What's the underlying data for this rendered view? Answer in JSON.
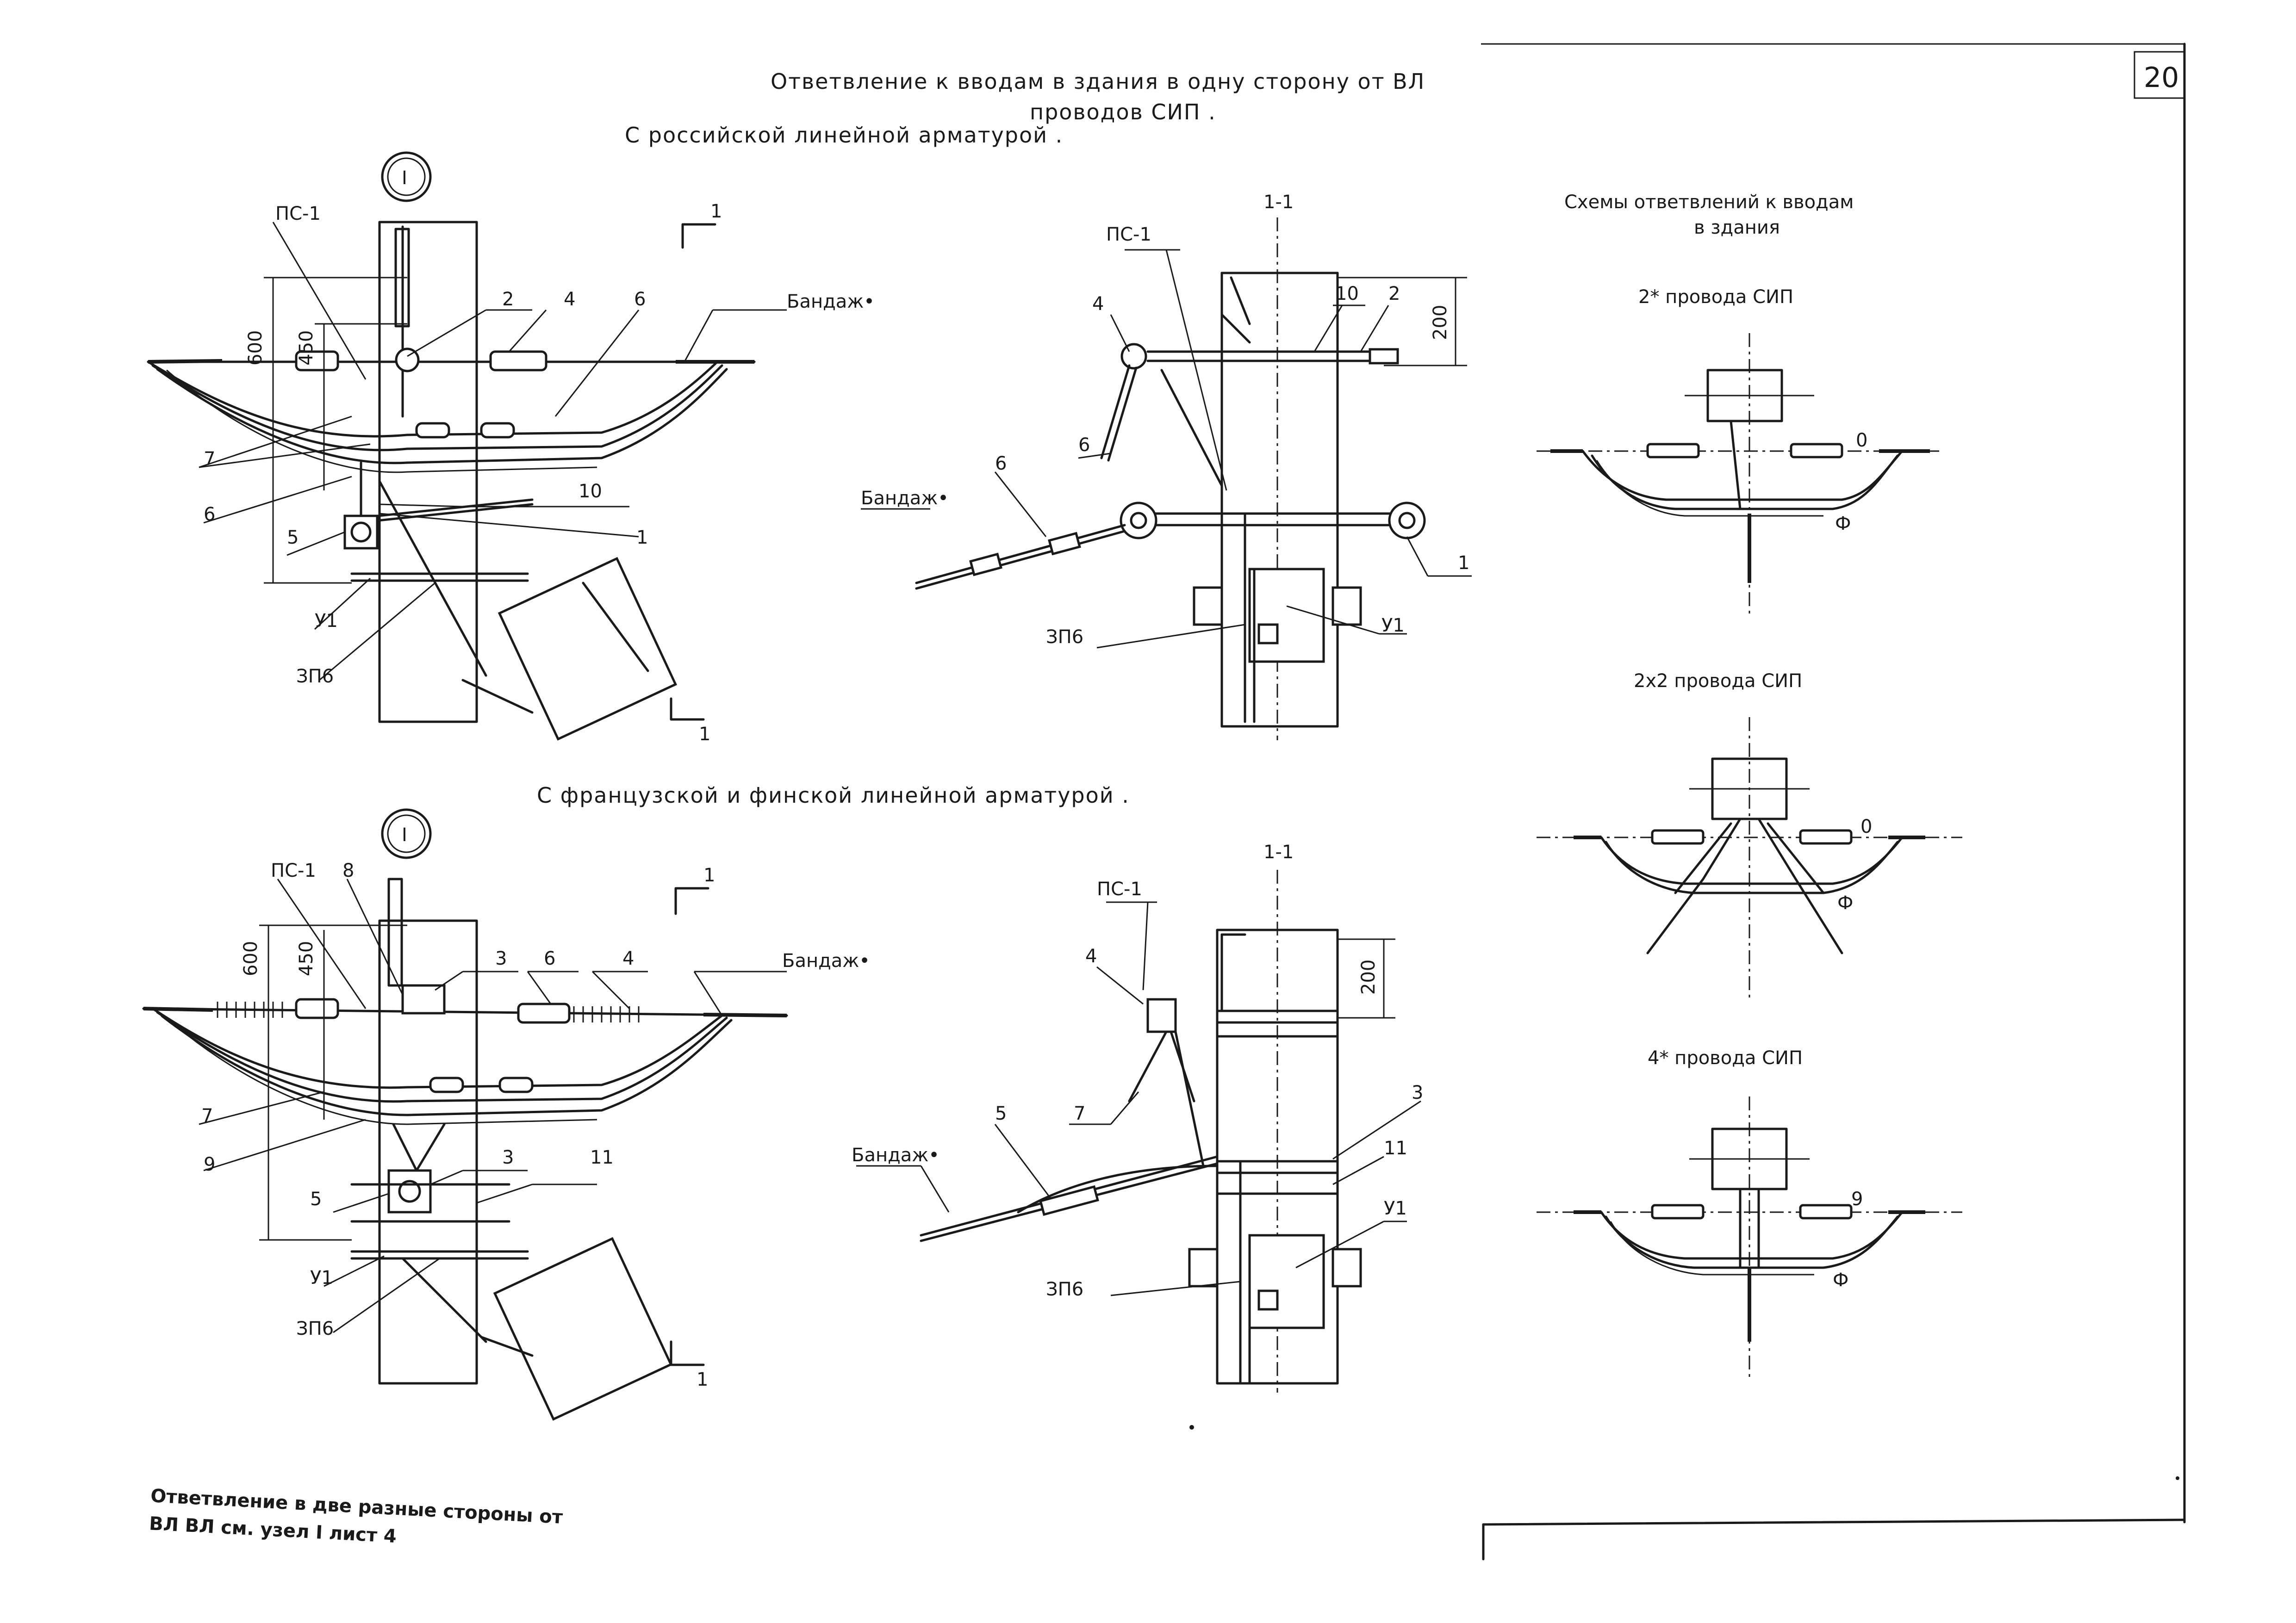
{
  "page_number": "20",
  "titles": {
    "main_line1": "Ответвление к вводам в здания в одну сторону от ВЛ",
    "main_line2": "проводов СИП .",
    "russian": "С российской линейной арматурой .",
    "french": "С французской и финской линейной арматурой ."
  },
  "view_marks": {
    "node": "I",
    "section_mark": "1",
    "section": "1-1"
  },
  "labels": {
    "ps1": "ПС-1",
    "zp6": "ЗП6",
    "u1": "У1",
    "bandage": "Бандаж•",
    "n1": "1",
    "n2": "2",
    "n3": "3",
    "n4": "4",
    "n5": "5",
    "n6": "6",
    "n7": "7",
    "n8": "8",
    "n9": "9",
    "n10": "10",
    "n11": "11"
  },
  "dimensions": {
    "d600": "600",
    "d450": "450",
    "d200": "200"
  },
  "schemes": {
    "title_line1": "Схемы ответвлений к вводам",
    "title_line2": "в здания",
    "s1": "2* провода СИП",
    "s2": "2х2 провода СИП",
    "s3": "4* провода СИП",
    "mark_0": "0",
    "mark_phi": "Ф",
    "mark_9": "9"
  },
  "note": {
    "line1": "Ответвление в две разные стороны от",
    "line2": "ВЛ ВЛ см. узел I лист 4"
  }
}
